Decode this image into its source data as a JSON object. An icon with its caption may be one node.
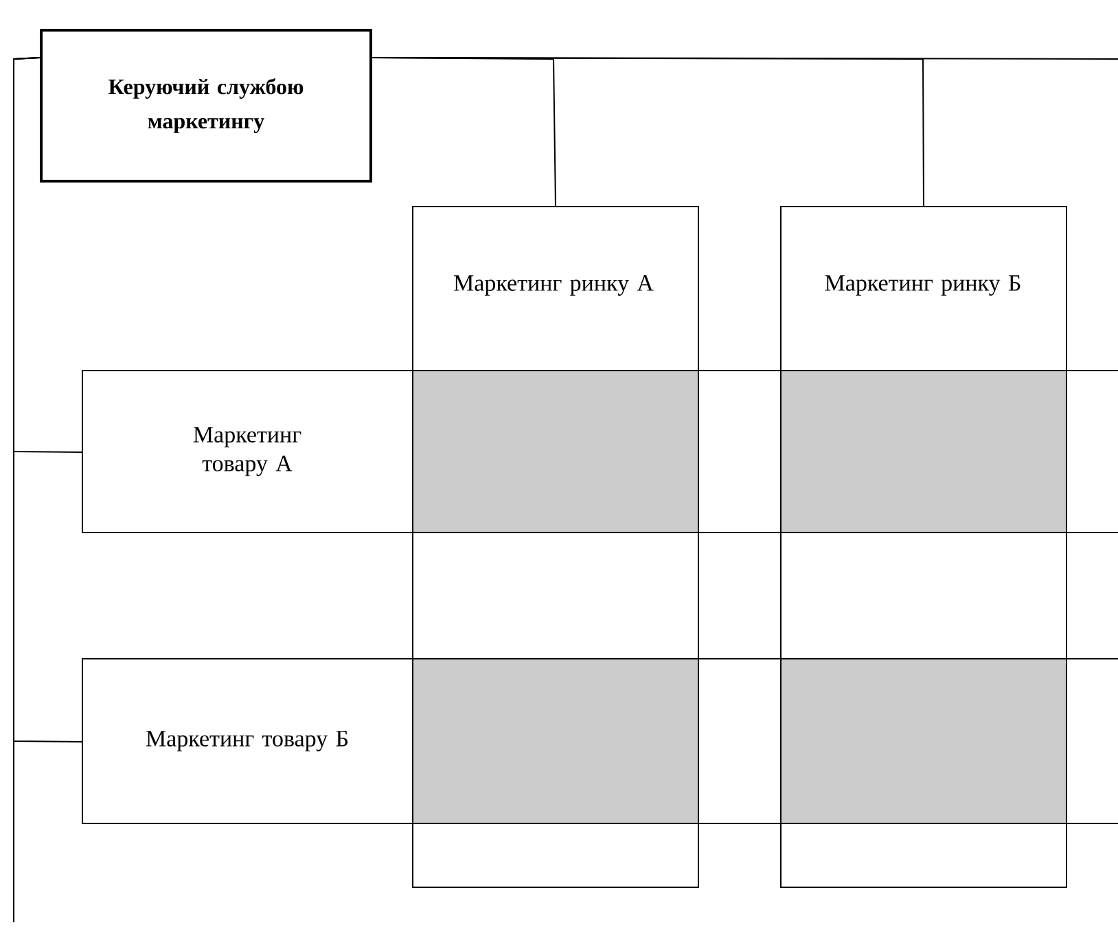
{
  "diagram": {
    "nodes": [
      {
        "text": [
          "Керуючий службою маркетингу"
        ]
      },
      {
        "text": [
          "Маркетинг ринку А"
        ]
      },
      {
        "text": [
          "Маркетинг ринку Б"
        ]
      },
      {
        "text": [
          "Маркетинг товару А"
        ]
      },
      {
        "text": [
          "Маркетинг товару Б"
        ]
      }
    ],
    "edges": [
      {
        "from": 0,
        "to": 1,
        "arrow": "none"
      },
      {
        "from": 0,
        "to": 2,
        "arrow": "none"
      },
      {
        "from": 0,
        "to": 3,
        "arrow": "none"
      },
      {
        "from": 0,
        "to": 4,
        "arrow": "none"
      },
      {
        "from": 0,
        "to": null,
        "arrow": "none"
      },
      {
        "from": 0,
        "to": null,
        "arrow": "none"
      }
    ]
  }
}
